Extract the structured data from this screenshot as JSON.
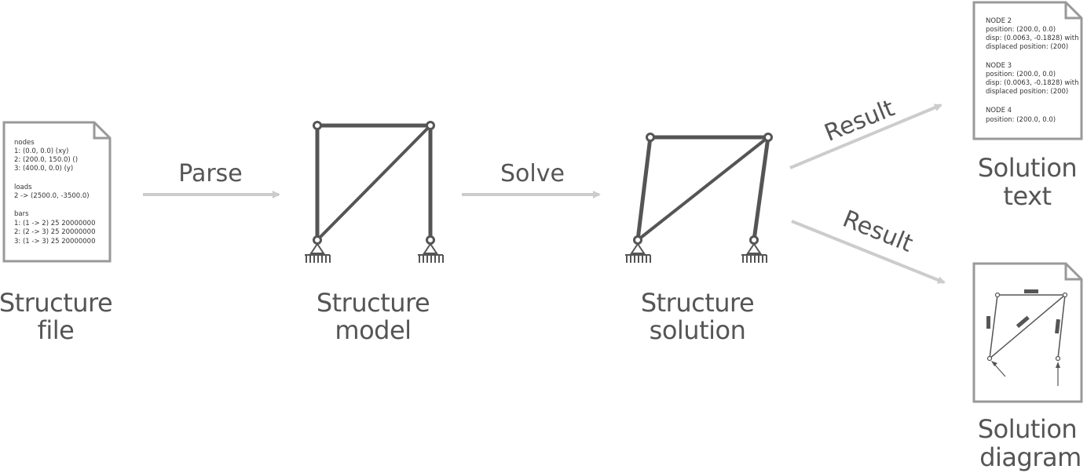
{
  "structure_file": {
    "lines": [
      "nodes",
      "1: (0.0, 0.0) (xy)",
      "2: (200.0, 150.0) ()",
      "3: (400.0, 0.0) (y)",
      "",
      "loads",
      "2 -> (2500.0, -3500.0)",
      "",
      "bars",
      "1: (1 -> 2) 25 20000000",
      "2: (2 -> 3) 25 20000000",
      "3: (1 -> 3) 25 20000000"
    ],
    "caption": [
      "Structure",
      "file"
    ]
  },
  "arrows": {
    "parse": "Parse",
    "solve": "Solve",
    "result_text": "Result",
    "result_diagram": "Result"
  },
  "structure_model": {
    "caption": [
      "Structure",
      "model"
    ]
  },
  "structure_solution": {
    "caption": [
      "Structure",
      "solution"
    ]
  },
  "solution_text": {
    "lines": [
      "NODE 2",
      "position: (200.0, 0.0)",
      "disp: (0.0063, -0.1828) with",
      "displaced position: (200)",
      "",
      "NODE 3",
      "position: (200.0, 0.0)",
      "disp: (0.0063, -0.1828) with",
      "displaced position: (200)",
      "",
      "NODE 4",
      "position: (200.0, 0.0)"
    ],
    "caption": [
      "Solution",
      "text"
    ]
  },
  "solution_diagram": {
    "caption": [
      "Solution",
      "diagram"
    ]
  },
  "colors": {
    "structure": "#555555",
    "arrow": "#cccccc",
    "doc_border": "#999999",
    "doc_fill": "#ffffff",
    "text": "#555555"
  }
}
